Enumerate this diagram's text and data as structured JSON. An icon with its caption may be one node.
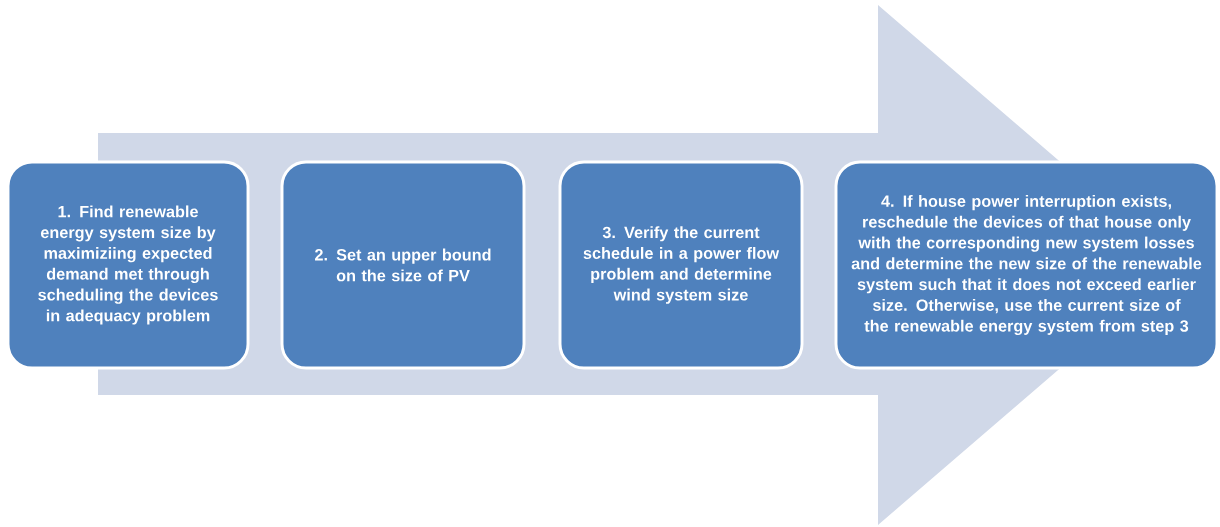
{
  "diagram": {
    "nodes": [
      {
        "text": [
          "1. Find renewable energy system size by maximiziing expected demand met through scheduling the devices in adequacy problem"
        ]
      },
      {
        "text": [
          "2. Set an upper bound on the size of PV"
        ]
      },
      {
        "text": [
          "3.  Verify the current schedule in a power flow problem  and determine wind system size"
        ]
      },
      {
        "text": [
          "4. If house power interruption exists, reschedule the devices of that house only with the corresponding new system losses and determine the new size of the renewable system such that it does not exceed earlier size. Otherwise, use the current size of  the renewable energy system from step 3"
        ]
      }
    ],
    "edges": [
      {
        "from": 0,
        "to": 3,
        "arrow": "to"
      }
    ]
  }
}
